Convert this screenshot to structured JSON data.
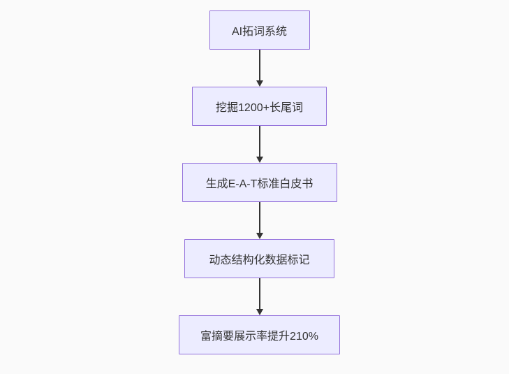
{
  "diagram": {
    "type": "flowchart-vertical",
    "nodes": [
      {
        "id": "node-1",
        "label": "AI拓词系统"
      },
      {
        "id": "node-2",
        "label": "挖掘1200+长尾词"
      },
      {
        "id": "node-3",
        "label": "生成E-A-T标准白皮书"
      },
      {
        "id": "node-4",
        "label": "动态结构化数据标记"
      },
      {
        "id": "node-5",
        "label": "富摘要展示率提升210%"
      }
    ],
    "edges": [
      {
        "from": "node-1",
        "to": "node-2",
        "style": "arrow-down"
      },
      {
        "from": "node-2",
        "to": "node-3",
        "style": "arrow-down"
      },
      {
        "from": "node-3",
        "to": "node-4",
        "style": "arrow-down"
      },
      {
        "from": "node-4",
        "to": "node-5",
        "style": "arrow-down"
      }
    ],
    "colors": {
      "background": "#fafafa",
      "node_fill": "#ECECFF",
      "node_border": "#9370DB",
      "edge": "#333333",
      "text": "#333333"
    }
  }
}
